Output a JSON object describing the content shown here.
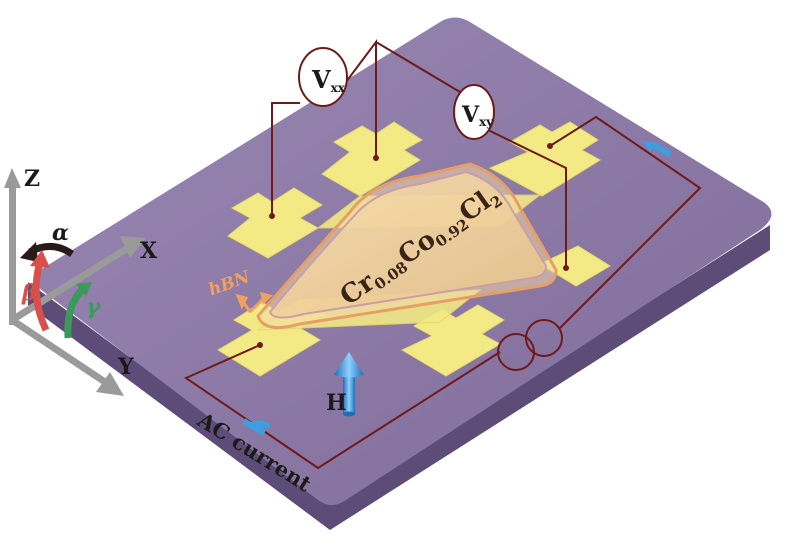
{
  "material": {
    "parts": [
      {
        "element": "Cr",
        "sub": "0.08"
      },
      {
        "element": "Co",
        "sub": "0.92"
      },
      {
        "element": "Cl",
        "sub": "2"
      }
    ]
  },
  "labels": {
    "hbn": "hBN",
    "field": "H",
    "current": "AC current"
  },
  "voltmeters": {
    "vxx": {
      "main": "V",
      "sub": "xx"
    },
    "vxy": {
      "main": "V",
      "sub": "xy"
    }
  },
  "axes": {
    "z": "Z",
    "x": "X",
    "y": "Y",
    "alpha": "α",
    "beta": "β",
    "gamma": "γ"
  },
  "colors": {
    "substrate_top": "#8e7aa6",
    "substrate_side": "#5f4f7a",
    "electrode": "#f3ea86",
    "flake": "#f1cf9a",
    "wire": "#6e1a1a",
    "arrow_blue": "#3aa0e0",
    "alpha_arrow": "#2b1a1a",
    "beta_arrow": "#d9504a",
    "gamma_arrow": "#3a9a5a",
    "axis_gray": "#9a9a9a"
  },
  "icons": {
    "current_source": "ac-source-icon",
    "field_arrow": "up-arrow-icon",
    "current_direction": "right-arrow-icon"
  }
}
